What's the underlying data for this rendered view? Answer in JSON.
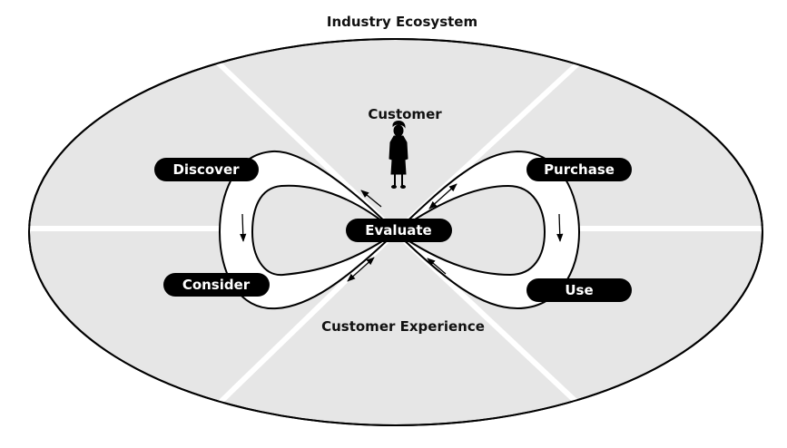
{
  "diagram": {
    "ecosystem_label": "Industry Ecosystem",
    "customer_label": "Customer",
    "experience_label": "Customer Experience",
    "stages": {
      "discover": "Discover",
      "consider": "Consider",
      "evaluate": "Evaluate",
      "purchase": "Purchase",
      "use": "Use"
    }
  },
  "colors": {
    "sector_fill": "#e6e6e6",
    "outline": "#000000",
    "pill": "#000000",
    "loop_fill": "#ffffff"
  },
  "icons": {
    "customer": "person-icon",
    "arrows": "direction-arrow-icon"
  }
}
